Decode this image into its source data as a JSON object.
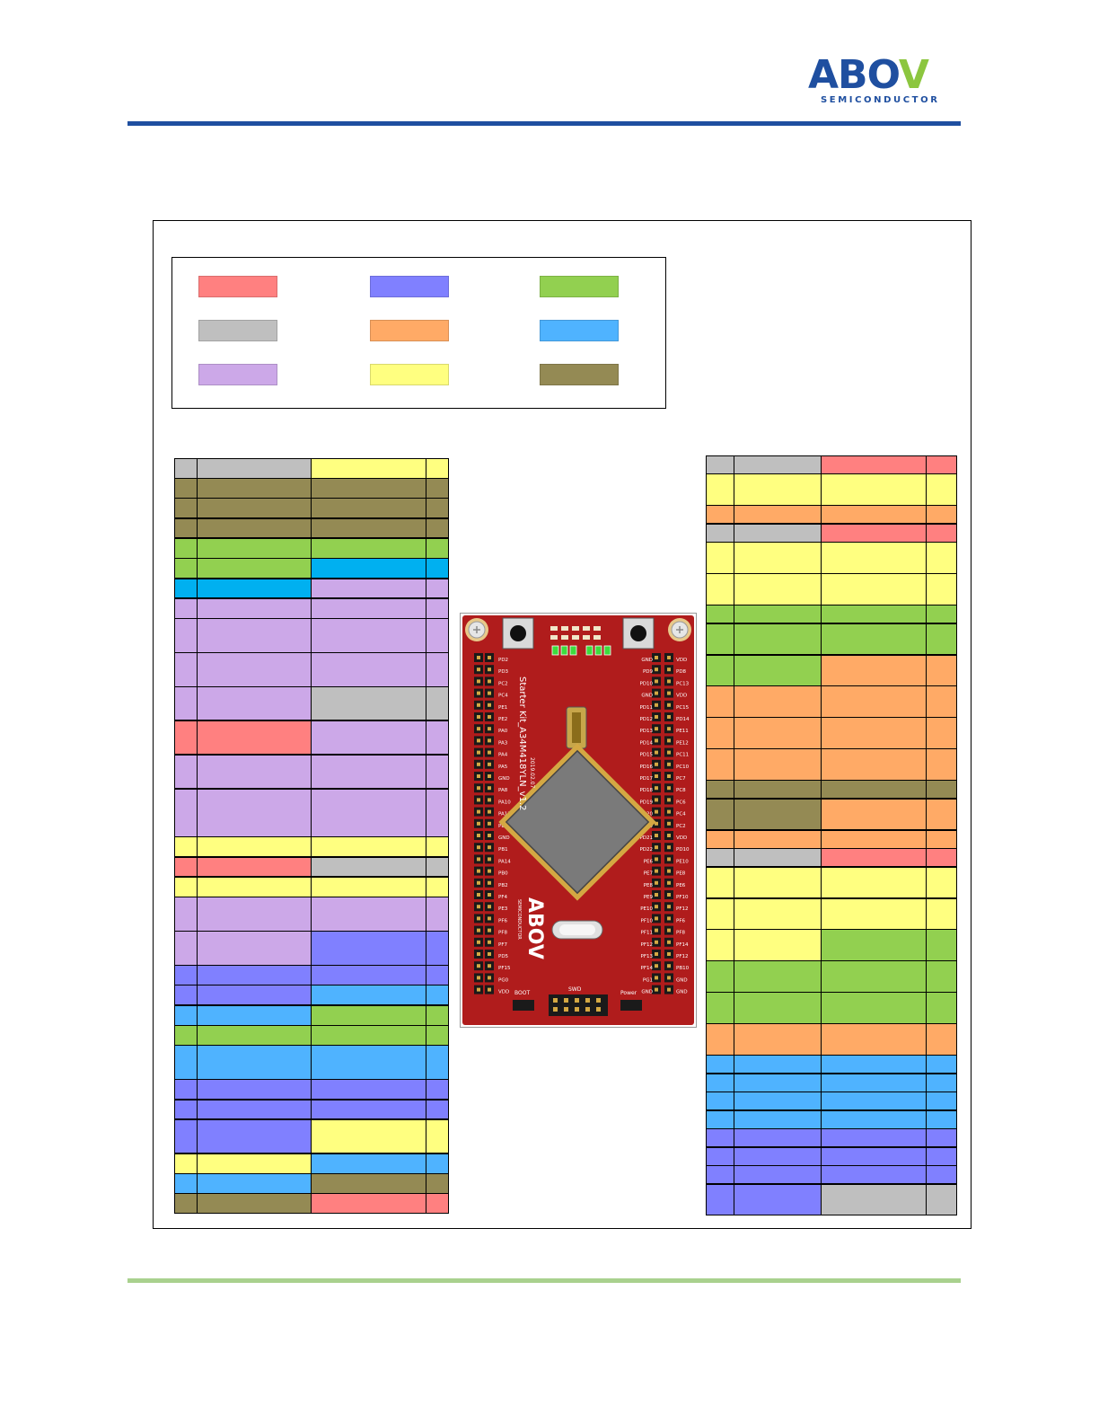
{
  "header": {
    "logo_word_a": "ABO",
    "logo_word_b": "V",
    "logo_subtitle": "SEMICONDUCTOR",
    "rule_color": "#1f4fa0",
    "footer_rule_color": "#a9d18e"
  },
  "legend": {
    "swatches": [
      {
        "color": "#ff8080",
        "label": ""
      },
      {
        "color": "#8080ff",
        "label": ""
      },
      {
        "color": "#92d050",
        "label": ""
      },
      {
        "color": "#bfbfbf",
        "label": ""
      },
      {
        "color": "#ffaa66",
        "label": ""
      },
      {
        "color": "#4fb3ff",
        "label": ""
      },
      {
        "color": "#cca8e8",
        "label": ""
      },
      {
        "color": "#ffff80",
        "label": ""
      },
      {
        "color": "#948a54",
        "label": ""
      }
    ]
  },
  "palette": {
    "r": "#ff8080",
    "b": "#8080ff",
    "g": "#92d050",
    "s": "#bfbfbf",
    "o": "#ffaa66",
    "c": "#4fb3ff",
    "c2": "#00b0f0",
    "p": "#cca8e8",
    "y": "#ffff80",
    "k": "#948a54"
  },
  "left_table": {
    "rows": [
      {
        "h": 1,
        "c": [
          "s",
          "s",
          "y",
          "y"
        ]
      },
      {
        "h": 1,
        "c": [
          "k",
          "k",
          "k",
          "k"
        ]
      },
      {
        "h": 1,
        "c": [
          "k",
          "k",
          "k",
          "k"
        ]
      },
      {
        "h": 1,
        "c": [
          "k",
          "k",
          "k",
          "k"
        ]
      },
      {
        "h": 1,
        "c": [
          "g",
          "g",
          "g",
          "g"
        ]
      },
      {
        "h": 1,
        "c": [
          "g",
          "g",
          "c2",
          "c2"
        ]
      },
      {
        "h": 1,
        "c": [
          "c2",
          "c2",
          "p",
          "p"
        ]
      },
      {
        "h": 1,
        "c": [
          "p",
          "p",
          "p",
          "p"
        ]
      },
      {
        "h": 1.7,
        "c": [
          "p",
          "p",
          "p",
          "p"
        ]
      },
      {
        "h": 1.7,
        "c": [
          "p",
          "p",
          "p",
          "p"
        ]
      },
      {
        "h": 1.7,
        "c": [
          "p",
          "p",
          "s",
          "s"
        ]
      },
      {
        "h": 1.7,
        "c": [
          "r",
          "r",
          "p",
          "p"
        ]
      },
      {
        "h": 1.7,
        "c": [
          "p",
          "p",
          "p",
          "p"
        ]
      },
      {
        "h": 2.4,
        "c": [
          "p",
          "p",
          "p",
          "p"
        ]
      },
      {
        "h": 1,
        "c": [
          "y",
          "y",
          "y",
          "y"
        ]
      },
      {
        "h": 1,
        "c": [
          "r",
          "r",
          "s",
          "s"
        ]
      },
      {
        "h": 1,
        "c": [
          "y",
          "y",
          "y",
          "y"
        ]
      },
      {
        "h": 1.7,
        "c": [
          "p",
          "p",
          "p",
          "p"
        ]
      },
      {
        "h": 1.7,
        "c": [
          "p",
          "p",
          "b",
          "b"
        ]
      },
      {
        "h": 1,
        "c": [
          "b",
          "b",
          "b",
          "b"
        ]
      },
      {
        "h": 1,
        "c": [
          "b",
          "b",
          "c",
          "c"
        ]
      },
      {
        "h": 1,
        "c": [
          "c",
          "c",
          "g",
          "g"
        ]
      },
      {
        "h": 1,
        "c": [
          "g",
          "g",
          "g",
          "g"
        ]
      },
      {
        "h": 1.7,
        "c": [
          "c",
          "c",
          "c",
          "c"
        ]
      },
      {
        "h": 1,
        "c": [
          "b",
          "b",
          "b",
          "b"
        ]
      },
      {
        "h": 1,
        "c": [
          "b",
          "b",
          "b",
          "b"
        ]
      },
      {
        "h": 1.7,
        "c": [
          "b",
          "b",
          "y",
          "y"
        ]
      },
      {
        "h": 1,
        "c": [
          "y",
          "y",
          "c",
          "c"
        ]
      },
      {
        "h": 1,
        "c": [
          "c",
          "c",
          "k",
          "k"
        ]
      },
      {
        "h": 1,
        "c": [
          "k",
          "k",
          "r",
          "r"
        ]
      }
    ]
  },
  "right_table": {
    "rows": [
      {
        "h": 1,
        "c": [
          "s",
          "s",
          "r",
          "r"
        ]
      },
      {
        "h": 1.7,
        "c": [
          "y",
          "y",
          "y",
          "y"
        ]
      },
      {
        "h": 1,
        "c": [
          "o",
          "o",
          "o",
          "o"
        ]
      },
      {
        "h": 1,
        "c": [
          "s",
          "s",
          "r",
          "r"
        ]
      },
      {
        "h": 1.7,
        "c": [
          "y",
          "y",
          "y",
          "y"
        ]
      },
      {
        "h": 1.7,
        "c": [
          "y",
          "y",
          "y",
          "y"
        ]
      },
      {
        "h": 1,
        "c": [
          "g",
          "g",
          "g",
          "g"
        ]
      },
      {
        "h": 1.7,
        "c": [
          "g",
          "g",
          "g",
          "g"
        ]
      },
      {
        "h": 1.7,
        "c": [
          "g",
          "g",
          "o",
          "o"
        ]
      },
      {
        "h": 1.7,
        "c": [
          "o",
          "o",
          "o",
          "o"
        ]
      },
      {
        "h": 1.7,
        "c": [
          "o",
          "o",
          "o",
          "o"
        ]
      },
      {
        "h": 1.7,
        "c": [
          "o",
          "o",
          "o",
          "o"
        ]
      },
      {
        "h": 1,
        "c": [
          "k",
          "k",
          "k",
          "k"
        ]
      },
      {
        "h": 1.7,
        "c": [
          "k",
          "k",
          "o",
          "o"
        ]
      },
      {
        "h": 1,
        "c": [
          "o",
          "o",
          "o",
          "o"
        ]
      },
      {
        "h": 1,
        "c": [
          "s",
          "s",
          "r",
          "r"
        ]
      },
      {
        "h": 1.7,
        "c": [
          "y",
          "y",
          "y",
          "y"
        ]
      },
      {
        "h": 1.7,
        "c": [
          "y",
          "y",
          "y",
          "y"
        ]
      },
      {
        "h": 1.7,
        "c": [
          "y",
          "y",
          "g",
          "g"
        ]
      },
      {
        "h": 1.7,
        "c": [
          "g",
          "g",
          "g",
          "g"
        ]
      },
      {
        "h": 1.7,
        "c": [
          "g",
          "g",
          "g",
          "g"
        ]
      },
      {
        "h": 1.7,
        "c": [
          "o",
          "o",
          "o",
          "o"
        ]
      },
      {
        "h": 1,
        "c": [
          "c",
          "c",
          "c",
          "c"
        ]
      },
      {
        "h": 1,
        "c": [
          "c",
          "c",
          "c",
          "c"
        ]
      },
      {
        "h": 1,
        "c": [
          "c",
          "c",
          "c",
          "c"
        ]
      },
      {
        "h": 1,
        "c": [
          "c",
          "c",
          "c",
          "c"
        ]
      },
      {
        "h": 1,
        "c": [
          "b",
          "b",
          "b",
          "b"
        ]
      },
      {
        "h": 1,
        "c": [
          "b",
          "b",
          "b",
          "b"
        ]
      },
      {
        "h": 1,
        "c": [
          "b",
          "b",
          "b",
          "b"
        ]
      },
      {
        "h": 1.7,
        "c": [
          "b",
          "b",
          "s",
          "s"
        ]
      }
    ]
  },
  "board": {
    "silk_title": "Starter Kit_A34M418YLN_v1.2",
    "silk_date": "2019.02.07",
    "logo_text": "ABOV",
    "logo_sub": "SEMICONDUCTOR",
    "boot_label": "BOOT",
    "swd_label": "SWD",
    "power_label": "Power",
    "pcb_color": "#b01c1c",
    "chip_color": "#7a7a7a",
    "left_inner_pins": [
      "PD2",
      "PD3",
      "PC2",
      "PC4",
      "PE1",
      "PE2",
      "PA0",
      "PA3",
      "PA4",
      "PA5",
      "GND",
      "PA8",
      "PA10",
      "PA12",
      "PB0",
      "GND",
      "PB1",
      "PA14",
      "PB0",
      "PB2",
      "PF4",
      "PE3",
      "PF6",
      "PF8",
      "PF7",
      "PD5",
      "PF15",
      "PG0",
      "VDD"
    ],
    "right_inner_pins": [
      "GND",
      "PD9",
      "PD10",
      "GND",
      "PD11",
      "PD12",
      "PD13",
      "PD14",
      "PD15",
      "PD16",
      "PD17",
      "PD18",
      "PD19",
      "PD20",
      "GND",
      "PD21",
      "PD22",
      "PE6",
      "PE7",
      "PE8",
      "PE9",
      "PE10",
      "PF10",
      "PF11",
      "PF12",
      "PF13",
      "PF14",
      "PG1",
      "GND"
    ],
    "right_outer_pins": [
      "VDD",
      "PD8",
      "PC13",
      "VDD",
      "PC15",
      "PD14",
      "PE11",
      "PE12",
      "PC11",
      "PC10",
      "PC7",
      "PC8",
      "PC6",
      "PC4",
      "PC2",
      "VDD",
      "PD10",
      "PE10",
      "PE8",
      "PE6",
      "PF10",
      "PF12",
      "PF6",
      "PF8",
      "PF14",
      "PF12",
      "PB10",
      "GND",
      "GND"
    ]
  }
}
